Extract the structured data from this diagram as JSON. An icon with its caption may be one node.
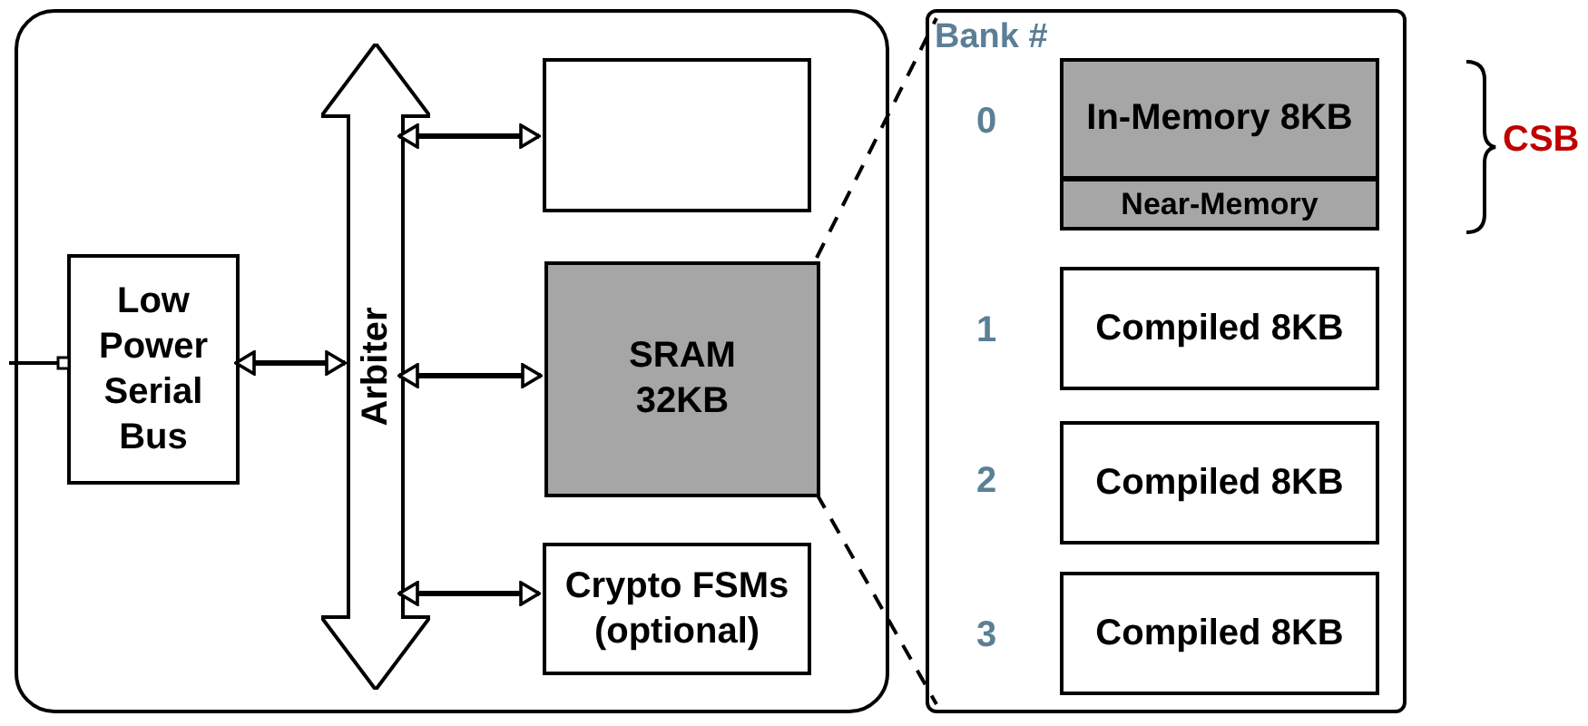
{
  "diagram": {
    "nodes": [
      {
        "text": [],
        "shape": "box"
      },
      {
        "text": [
          "Low Power Serial Bus"
        ],
        "in": 0
      },
      {
        "text": [
          "Arbiter"
        ],
        "in": 0
      },
      {
        "text": [],
        "shape": "box",
        "in": 0
      },
      {
        "text": [
          "SRAM 32KB"
        ],
        "in": 0
      },
      {
        "text": [
          "Crypto FSMs (optional)"
        ],
        "in": 0
      },
      {
        "text": [
          "Bank #"
        ]
      },
      {
        "text": [
          "In-Memory 8KB"
        ],
        "in": 6
      },
      {
        "text": [
          "Near-Memory"
        ],
        "in": 6
      },
      {
        "text": [
          "Compiled 8KB"
        ],
        "in": 6
      },
      {
        "text": [
          "Compiled 8KB"
        ],
        "in": 6
      },
      {
        "text": [
          "Compiled 8KB"
        ],
        "in": 6
      }
    ],
    "edges": [
      {
        "from": null,
        "to": 1,
        "arrow": "other"
      },
      {
        "from": 1,
        "to": 2,
        "arrow": "both"
      },
      {
        "from": 2,
        "to": 3,
        "arrow": "both"
      },
      {
        "from": 2,
        "to": 4,
        "arrow": "both"
      },
      {
        "from": 2,
        "to": 5,
        "arrow": "both"
      },
      {
        "from": 4,
        "to": 6,
        "arrow": "none",
        "style": "dashed"
      },
      {
        "from": 4,
        "to": 6,
        "arrow": "none",
        "style": "dashed"
      }
    ],
    "labels": [
      "0",
      "1",
      "2",
      "3",
      "CSB"
    ]
  }
}
